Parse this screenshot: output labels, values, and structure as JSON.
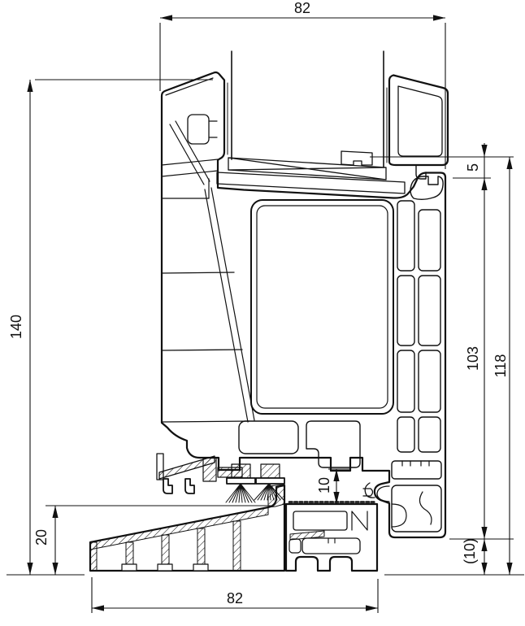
{
  "drawing": {
    "type": "technical-cross-section",
    "subject": "window-door sill profile section with threshold",
    "units": "mm",
    "background": "#ffffff",
    "line_color": "#111111",
    "dimensions": {
      "width_top": "82",
      "height_overall_left": "140",
      "glazing_gap": "5",
      "height_frame": "103",
      "height_total_right": "118",
      "gap_center": "10",
      "sill_upstand": "20",
      "width_bottom": "82",
      "ref_height": "(10)"
    }
  }
}
